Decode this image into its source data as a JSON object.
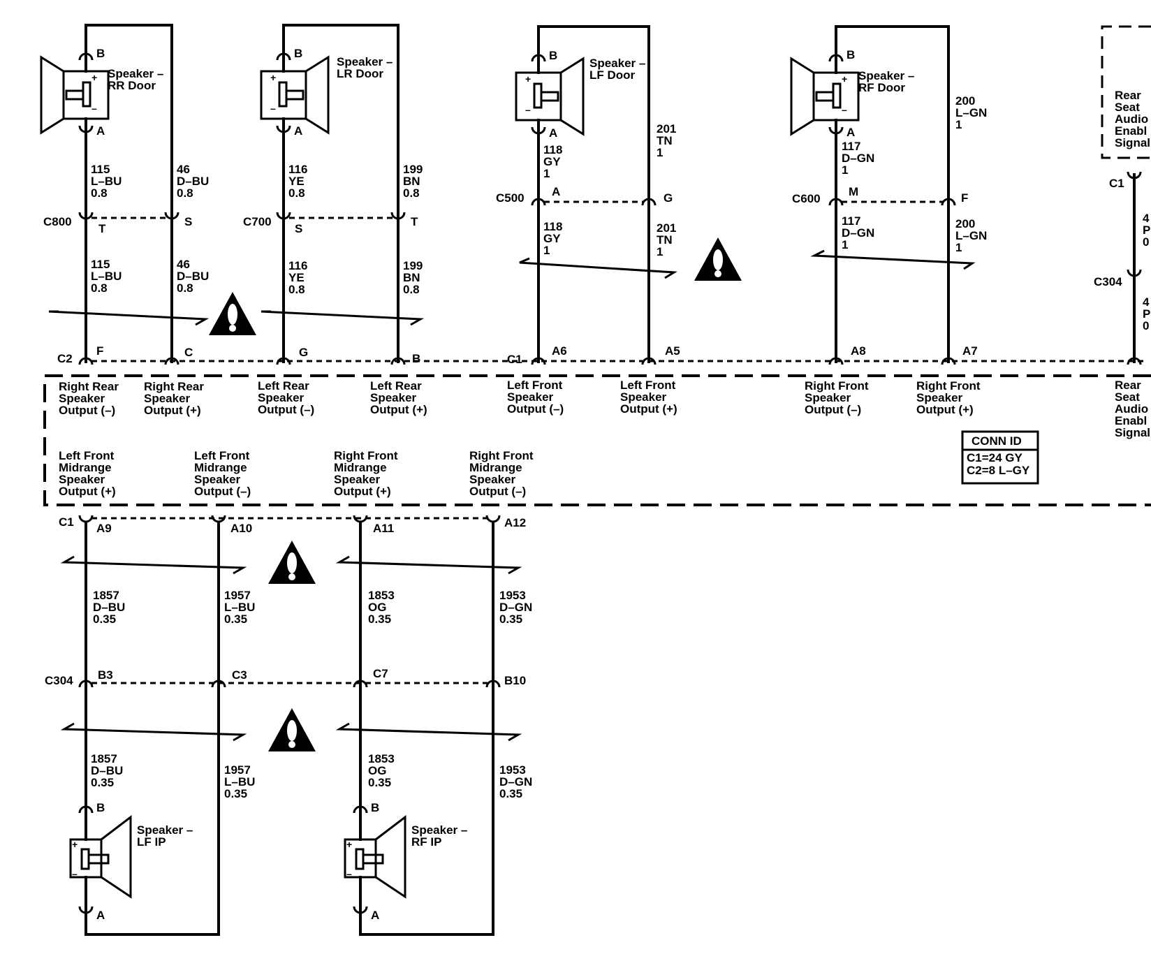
{
  "speakers": [
    {
      "id": "rr",
      "label": [
        "Speaker –",
        "RR Door"
      ],
      "pin_top": "B",
      "pin_bottom": "A"
    },
    {
      "id": "lr",
      "label": [
        "Speaker –",
        "LR Door"
      ],
      "pin_top": "B",
      "pin_bottom": "A"
    },
    {
      "id": "lf",
      "label": [
        "Speaker –",
        "LF Door"
      ],
      "pin_top": "B",
      "pin_bottom": "A"
    },
    {
      "id": "rf",
      "label": [
        "Speaker –",
        "RF Door"
      ],
      "pin_top": "B",
      "pin_bottom": "A"
    },
    {
      "id": "lfip",
      "label": [
        "Speaker –",
        "LF IP"
      ],
      "pin_top": "B",
      "pin_bottom": "A"
    },
    {
      "id": "rfip",
      "label": [
        "Speaker –",
        "RF IP"
      ],
      "pin_top": "B",
      "pin_bottom": "A"
    }
  ],
  "connectors": {
    "c800": {
      "name": "C800",
      "pins": [
        "T",
        "S"
      ]
    },
    "c700": {
      "name": "C700",
      "pins": [
        "S",
        "T"
      ]
    },
    "c500": {
      "name": "C500",
      "pins": [
        "A",
        "G"
      ]
    },
    "c600": {
      "name": "C600",
      "pins": [
        "M",
        "F"
      ]
    },
    "c304_top": {
      "name": "C304"
    },
    "c304_bottom": {
      "name": "C304",
      "pins": [
        "B3",
        "C3",
        "C7",
        "B10"
      ]
    },
    "c1_rear": {
      "name": "C1"
    },
    "radio_c2": {
      "name": "C2",
      "pins": [
        "F",
        "C",
        "G",
        "B"
      ]
    },
    "radio_c1_top": {
      "name": "C1",
      "pins": [
        "A6",
        "A5",
        "A8",
        "A7"
      ]
    },
    "radio_c1_bottom": {
      "name": "C1",
      "pins": [
        "A9",
        "A10",
        "A11",
        "A12"
      ]
    }
  },
  "wires": {
    "w115": [
      "115",
      "L–BU",
      "0.8"
    ],
    "w46": [
      "46",
      "D–BU",
      "0.8"
    ],
    "w116": [
      "116",
      "YE",
      "0.8"
    ],
    "w199": [
      "199",
      "BN",
      "0.8"
    ],
    "w118": [
      "118",
      "GY",
      "1"
    ],
    "w201": [
      "201",
      "TN",
      "1"
    ],
    "w117": [
      "117",
      "D–GN",
      "1"
    ],
    "w200": [
      "200",
      "L–GN",
      "1"
    ],
    "w1857": [
      "1857",
      "D–BU",
      "0.35"
    ],
    "w1957": [
      "1957",
      "L–BU",
      "0.35"
    ],
    "w1853": [
      "1853",
      "OG",
      "0.35"
    ],
    "w1953": [
      "1953",
      "D–GN",
      "0.35"
    ],
    "partial_top": [
      "4",
      "P",
      "0"
    ],
    "partial_bottom": [
      "4",
      "P",
      "0"
    ]
  },
  "radio_outputs_top": [
    [
      "Right Rear",
      "Speaker",
      "Output (–)"
    ],
    [
      "Right Rear",
      "Speaker",
      "Output (+)"
    ],
    [
      "Left Rear",
      "Speaker",
      "Output (–)"
    ],
    [
      "Left Rear",
      "Speaker",
      "Output (+)"
    ],
    [
      "Left Front",
      "Speaker",
      "Output (–)"
    ],
    [
      "Left Front",
      "Speaker",
      "Output (+)"
    ],
    [
      "Right Front",
      "Speaker",
      "Output (–)"
    ],
    [
      "Right Front",
      "Speaker",
      "Output (+)"
    ],
    [
      "Rear",
      "Seat",
      "Audio",
      "Enabl",
      "Signal"
    ]
  ],
  "radio_outputs_bottom": [
    [
      "Left Front",
      "Midrange",
      "Speaker",
      "Output (+)"
    ],
    [
      "Left Front",
      "Midrange",
      "Speaker",
      "Output (–)"
    ],
    [
      "Right Front",
      "Midrange",
      "Speaker",
      "Output (+)"
    ],
    [
      "Right Front",
      "Midrange",
      "Speaker",
      "Output (–)"
    ]
  ],
  "rear_seat_box": [
    "Rear",
    "Seat",
    "Audio",
    "Enabl",
    "Signal"
  ],
  "conn_id": {
    "title": "CONN ID",
    "lines": [
      "C1=24 GY",
      "C2=8 L–GY"
    ]
  },
  "icons": {
    "warning": "warning-triangle-icon",
    "speaker": "speaker-icon"
  },
  "colors": {
    "line": "#000000",
    "background": "#ffffff"
  }
}
